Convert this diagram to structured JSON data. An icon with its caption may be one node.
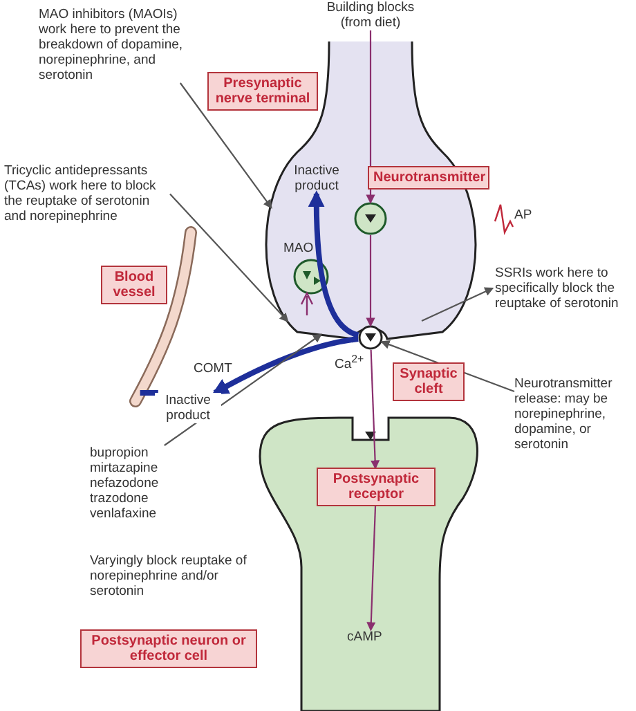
{
  "diagram": {
    "nodes": [
      {
        "text": [
          "MAO inhibitors (MAOIs) work here to prevent the breakdown of dopamine, norepinephrine, and serotonin"
        ]
      },
      {
        "text": [
          "Presynaptic nerve terminal"
        ]
      },
      {
        "text": [],
        "shape": "picture"
      },
      {
        "text": [
          "Tricyclic antidepressants (TCAs) work here to block the reuptake of serotonin and norepinephrine"
        ]
      },
      {
        "text": [
          "Blood vessel"
        ]
      },
      {
        "text": [
          "Building blocks (from diet)"
        ]
      },
      {
        "text": [
          "Inactive product"
        ],
        "in": 2
      },
      {
        "text": [
          "MAO"
        ],
        "in": 2
      },
      {
        "text": [
          "Neurotransmitter"
        ],
        "in": 2
      },
      {
        "text": [],
        "shape": "circle",
        "in": 2
      },
      {
        "text": [],
        "shape": "circle",
        "in": 2
      },
      {
        "text": [
          "SSRIs work here to specifically block the reuptake of serotonin"
        ]
      },
      {
        "text": [
          "Synaptic cleft"
        ]
      },
      {
        "text": [
          "Neurotransmitter release: may be norepinephrine, dopamine, or serotonin"
        ]
      },
      {
        "text": [
          "Inactive product"
        ]
      },
      {
        "text": [
          "bupropion mirtazapine nefazodone trazodone venlafaxine"
        ]
      },
      {
        "text": [],
        "shape": "picture"
      },
      {
        "text": [
          "Postsynaptic receptor"
        ],
        "in": 16
      },
      {
        "text": [
          "cAMP"
        ],
        "in": 16
      },
      {
        "text": [
          "Postsynaptic neuron or effector cell"
        ]
      }
    ],
    "edges": [
      {
        "from": 0,
        "to": 2,
        "arrow": "to"
      },
      {
        "from": 3,
        "to": 2,
        "arrow": "to"
      },
      {
        "from": 5,
        "to": 9,
        "arrow": "to",
        "color": "#8a2f6e"
      },
      {
        "from": 9,
        "to": 10,
        "arrow": "to",
        "color": "#8a2f6e"
      },
      {
        "from": 10,
        "to": 17,
        "arrow": "to",
        "color": "#8a2f6e"
      },
      {
        "from": 17,
        "to": 18,
        "arrow": "to",
        "color": "#8a2f6e"
      },
      {
        "from": 10,
        "to": 6,
        "arrow": "to",
        "style": "thick",
        "color": "#1e2f9a"
      },
      {
        "from": 10,
        "to": 14,
        "arrow": "to",
        "label": "COMT",
        "style": "thick",
        "color": "#1e2f9a"
      },
      {
        "from": 14,
        "to": 4,
        "arrow": "none",
        "style": "thick",
        "color": "#1e2f9a"
      },
      {
        "from": 2,
        "to": 11,
        "arrow": "to"
      },
      {
        "from": 13,
        "to": 10,
        "arrow": "to"
      },
      {
        "from": 15,
        "to": 2,
        "arrow": "to"
      }
    ],
    "labels": [
      "AP",
      "Ca$^{2+}$",
      "Varyingly block reuptake of norepinephrine and/or serotonin"
    ]
  }
}
